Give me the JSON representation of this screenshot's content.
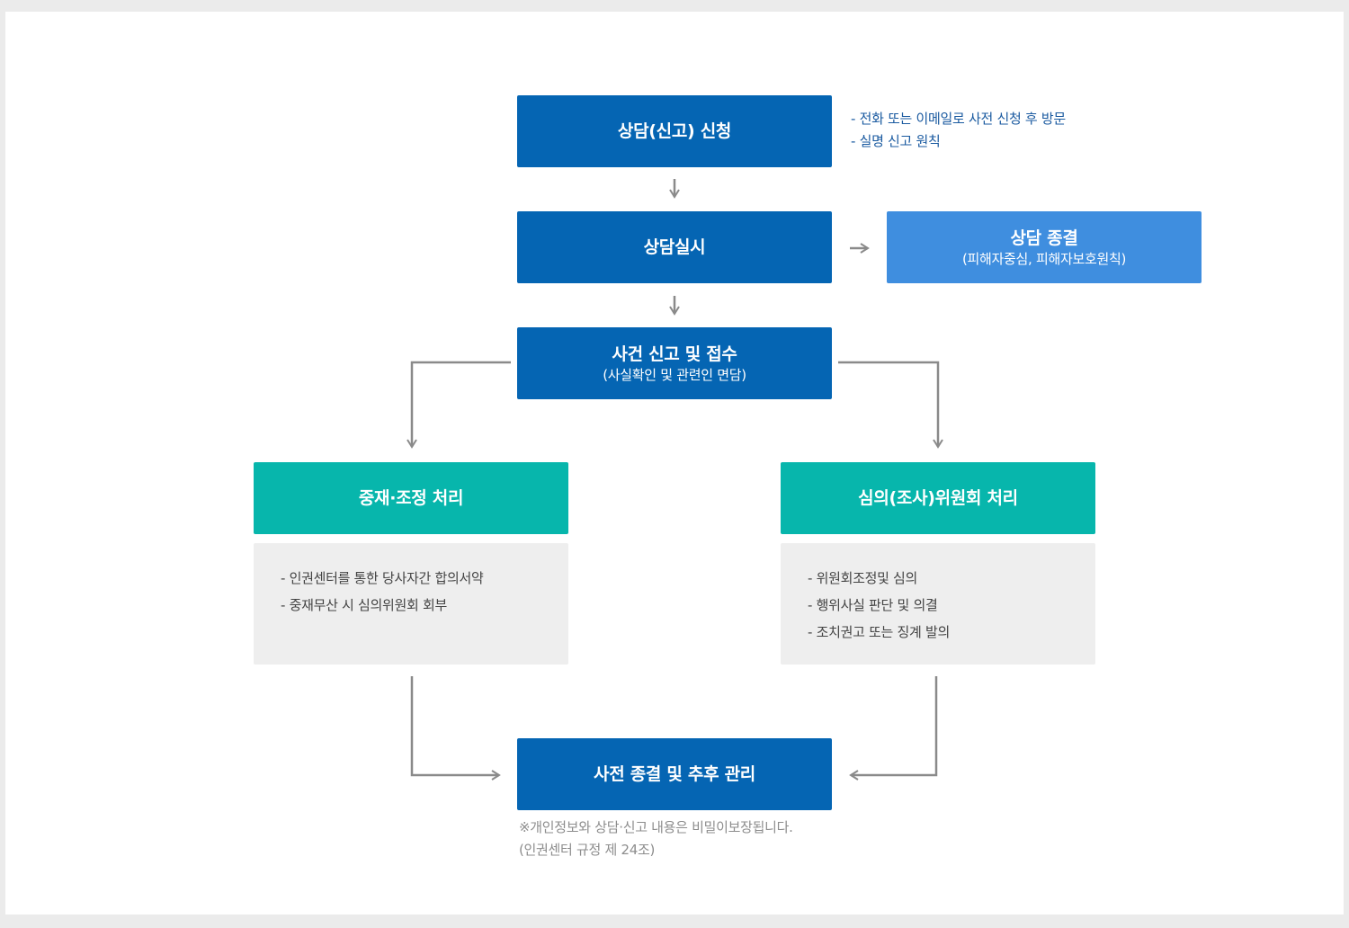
{
  "steps": {
    "apply": {
      "title": "상담(신고) 신청"
    },
    "apply_notes": [
      "- 전화 또는 이메일로 사전 신청 후 방문",
      "- 실명 신고 원칙"
    ],
    "counsel": {
      "title": "상담실시"
    },
    "counsel_end": {
      "title": "상담 종결",
      "sub": "(피해자중심, 피해자보호원칙)"
    },
    "report": {
      "title": "사건 신고 및 접수",
      "sub": "(사실확인 및 관련인 면담)"
    },
    "mediation": {
      "title": "중재·조정 처리",
      "details": [
        "- 인권센터를 통한 당사자간 합의서약",
        "- 중재무산 시 심의위원회 회부"
      ]
    },
    "committee": {
      "title": "심의(조사)위원회 처리",
      "details": [
        "- 위원회조정및 심의",
        "- 행위사실 판단 및 의결",
        "- 조치권고 또는 징계 발의"
      ]
    },
    "closing": {
      "title": "사전 종결 및 추후 관리"
    }
  },
  "footnote": [
    "※개인정보와 상담·신고 내용은 비밀이보장됩니다.",
    "(인권센터 규정 제 24조)"
  ],
  "colors": {
    "dark_blue": "#0565b3",
    "light_blue": "#3f8edf",
    "teal": "#07b6ac",
    "arrow_gray": "#8a8a8a",
    "detail_bg": "#eeeeee"
  }
}
